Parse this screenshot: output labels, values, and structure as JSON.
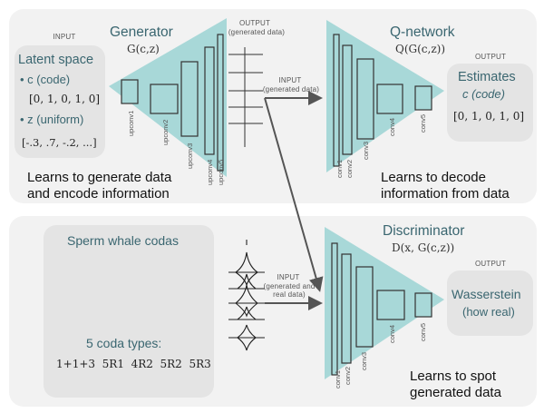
{
  "top_panel": {
    "input_caption": "INPUT",
    "latent_title": "Latent space",
    "c_label": "c (code)",
    "c_value": "[0, 1, 0, 1, 0]",
    "z_label": "z (uniform)",
    "z_value": "[-.3, .7, -.2, ...]",
    "generator_title": "Generator",
    "generator_formula": "G(c,z)",
    "generator_layers": [
      "upconv1",
      "upconv2",
      "upconv3",
      "upconv4",
      "upconv5"
    ],
    "output_caption": "OUTPUT",
    "output_sub": "(generated data)",
    "learns_generate": [
      "Learns to generate data",
      "and encode information"
    ],
    "qnet_input_caption": "INPUT",
    "qnet_input_sub": "(generated data)",
    "qnet_title": "Q-network",
    "qnet_formula": "Q(G(c,z))",
    "qnet_layers": [
      "conv1",
      "conv2",
      "conv3",
      "conv4",
      "conv5"
    ],
    "qnet_output_caption": "OUTPUT",
    "estimates_title": "Estimates",
    "estimates_sub": "c (code)",
    "estimates_value": "[0, 1, 0, 1, 0]",
    "learns_decode": [
      "Learns to decode",
      "information from data"
    ]
  },
  "bottom_panel": {
    "whale_title": "Sperm whale codas",
    "coda_types_title": "5 coda types:",
    "coda_types": "1+1+3  5R1  4R2  5R2  5R3",
    "disc_input_caption": "INPUT",
    "disc_input_sub1": "(generated and",
    "disc_input_sub2": "real data)",
    "disc_title": "Discriminator",
    "disc_formula": "D(x, G(c,z))",
    "disc_layers": [
      "conv1",
      "conv2",
      "conv3",
      "conv4",
      "conv5"
    ],
    "disc_output_caption": "OUTPUT",
    "wasserstein_title": "Wasserstein",
    "wasserstein_sub": "(how real)",
    "learns_spot": [
      "Learns to spot",
      "generated data"
    ]
  },
  "colors": {
    "teal": "#a8d8d8",
    "panel": "#f2f2f2",
    "box": "#e4e4e4",
    "title_teal": "#3a6670",
    "arrow": "#555555"
  }
}
